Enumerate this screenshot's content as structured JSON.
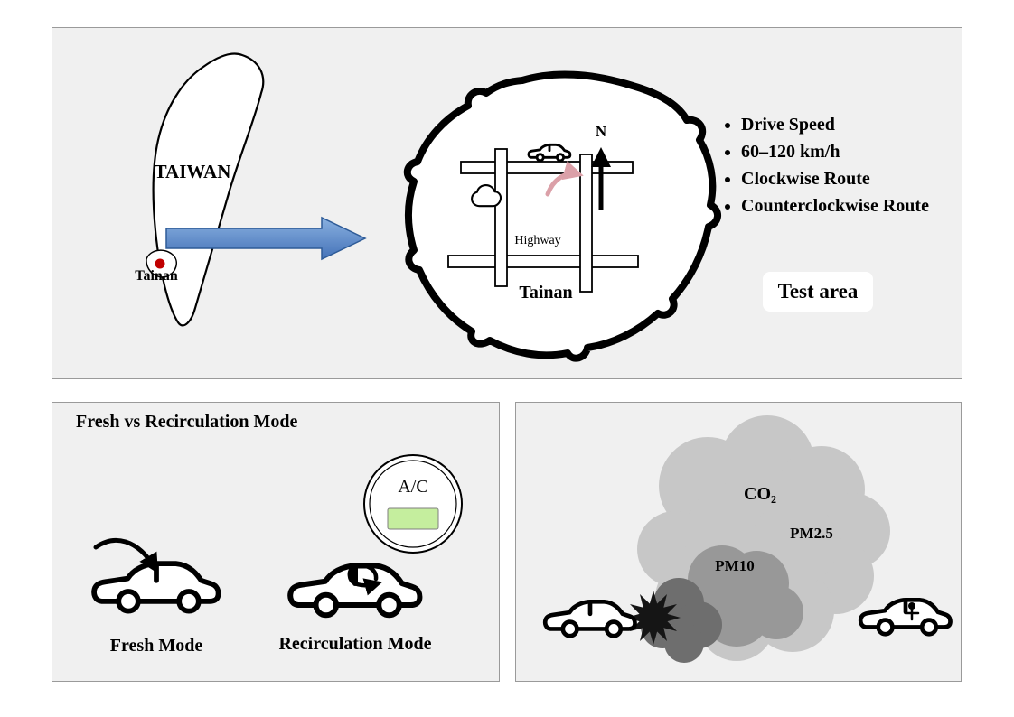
{
  "top_panel": {
    "taiwan_label": "TAIWAN",
    "tainan_small_label": "Tainan",
    "tainan_large_label": "Tainan",
    "highway_label": "Highway",
    "north_label": "N",
    "bullets": [
      "Drive Speed",
      "60–120 km/h",
      "Clockwise Route",
      "Counterclockwise Route"
    ],
    "test_area_label": "Test area"
  },
  "bottom_left_panel": {
    "title": "Fresh vs Recirculation Mode",
    "ac_dial_label": "A/C",
    "fresh_mode_label": "Fresh Mode",
    "recirculation_mode_label": "Recirculation Mode"
  },
  "bottom_right_panel": {
    "co2_label": "CO₂",
    "pm25_label": "PM2.5",
    "pm10_label": "PM10"
  },
  "colors": {
    "panel_bg": "#f0f0f0",
    "dot_red": "#c00000",
    "arrow_blue_light": "#8ab1e0",
    "arrow_blue_dark": "#4472b8",
    "pink_arrow": "#dba0a8",
    "ac_button_green": "#c5ee9e",
    "cloud_light": "#c7c7c7",
    "cloud_mid": "#989898",
    "cloud_dark": "#6e6e6e",
    "exhaust_black": "#151515"
  }
}
